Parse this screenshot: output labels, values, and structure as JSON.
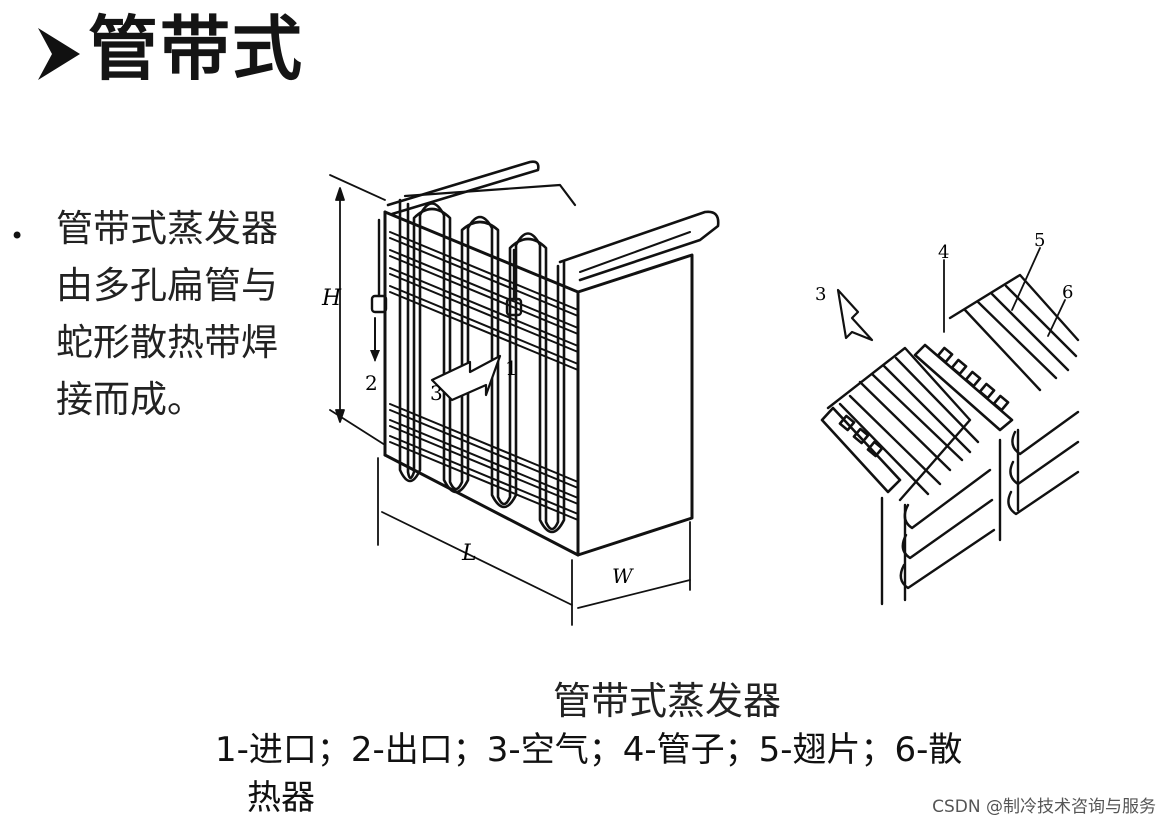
{
  "slide": {
    "title": "管带式",
    "bullet_symbol": "•",
    "description": "管带式蒸发器由多孔扁管与蛇形散热带焊接而成。"
  },
  "diagram": {
    "labels": {
      "inlet": "1",
      "outlet": "2",
      "air_main": "3",
      "air_detail": "3",
      "tube": "4",
      "fin": "5",
      "radiator": "6",
      "height": "H",
      "length": "L",
      "width": "W"
    }
  },
  "caption": "管带式蒸发器",
  "legend": {
    "line1": "1-进口；2-出口；3-空气；4-管子；5-翅片；6-散",
    "line2": "热器"
  },
  "watermark": "CSDN @制冷技术咨询与服务"
}
